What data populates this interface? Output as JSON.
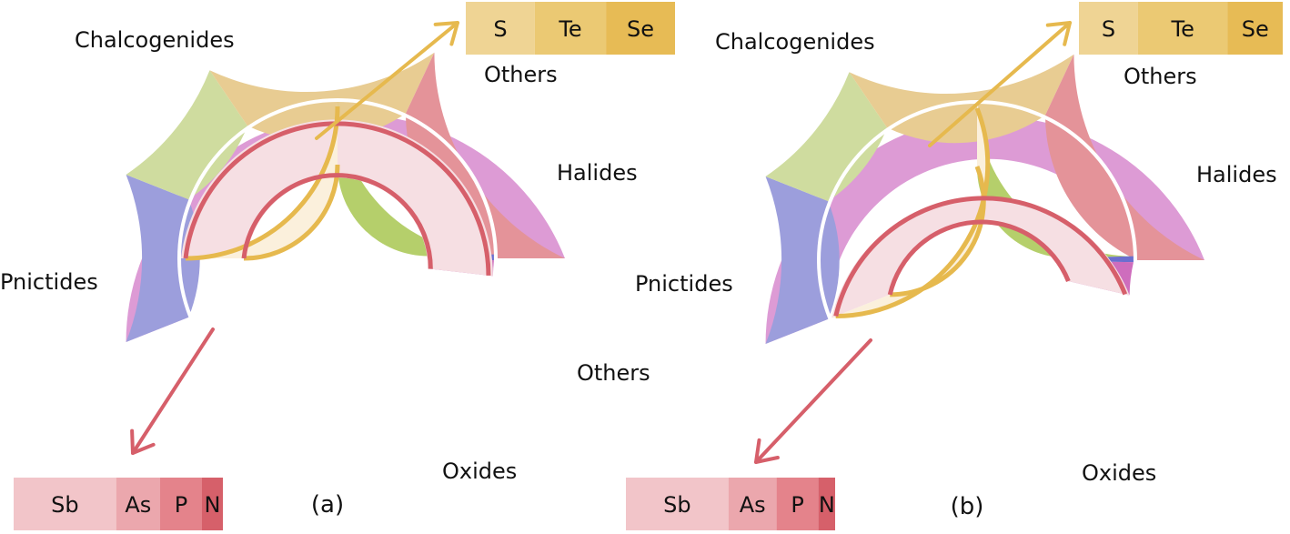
{
  "chart_data": [
    {
      "id": "a",
      "type": "pie",
      "caption": "(a)",
      "outer_ring": [
        {
          "label": "Oxides",
          "value": 44.0,
          "color": "#dd9bd5"
        },
        {
          "label": "Halides",
          "value": 12.0,
          "color": "#9c9edc"
        },
        {
          "label": "Others",
          "value": 9.5,
          "color": "#cfdc9f"
        },
        {
          "label": "Chalcogenides",
          "value": 16.5,
          "color": "#e8cc92"
        },
        {
          "label": "Pnictides",
          "value": 18.0,
          "color": "#e49399"
        }
      ],
      "inner_ring": [
        {
          "label": "",
          "value": 24.6,
          "color": "#b5cf6b"
        },
        {
          "label": "",
          "value": 0.6,
          "color": "#6b6ecf"
        },
        {
          "label": "",
          "value": 1.6,
          "color": "#ce6dbd"
        },
        {
          "label": "Pnictides",
          "value": 48.2,
          "color": "#f6dfe3"
        },
        {
          "label": "Chalcogenides",
          "value": 25.0,
          "color": "#fbf0dc"
        }
      ],
      "detail_bars": [
        {
          "group": "Chalcogenides",
          "items": [
            {
              "label": "S",
              "value": 0.33,
              "color": "#efd494"
            },
            {
              "label": "Te",
              "value": 0.34,
              "color": "#ebc973"
            },
            {
              "label": "Se",
              "value": 0.33,
              "color": "#e7bb55"
            }
          ]
        },
        {
          "group": "Pnictides",
          "items": [
            {
              "label": "Sb",
              "value": 0.49,
              "color": "#f2c5c9"
            },
            {
              "label": "As",
              "value": 0.21,
              "color": "#eba7ad"
            },
            {
              "label": "P",
              "value": 0.2,
              "color": "#e4838b"
            },
            {
              "label": "N",
              "value": 0.1,
              "color": "#d6606a"
            }
          ]
        }
      ],
      "annotations": [
        "Others"
      ]
    },
    {
      "id": "b",
      "type": "pie",
      "caption": "(b)",
      "outer_ring": [
        {
          "label": "Oxides",
          "value": 44.0,
          "color": "#dd9bd5"
        },
        {
          "label": "Halides",
          "value": 12.0,
          "color": "#9c9edc"
        },
        {
          "label": "Others",
          "value": 9.5,
          "color": "#cfdc9f"
        },
        {
          "label": "Chalcogenides",
          "value": 16.5,
          "color": "#e8cc92"
        },
        {
          "label": "Pnictides",
          "value": 18.0,
          "color": "#e49399"
        }
      ],
      "inner_ring": [
        {
          "label": "",
          "value": 24.6,
          "color": "#b5cf6b"
        },
        {
          "label": "",
          "value": 0.6,
          "color": "#6b6ecf"
        },
        {
          "label": "",
          "value": 3.4,
          "color": "#ce6dbd"
        },
        {
          "label": "Pnictides",
          "value": 40.4,
          "color": "#f6dfe3"
        },
        {
          "label": "Chalcogenides",
          "value": 31.0,
          "color": "#fbf0dc"
        }
      ],
      "detail_bars": [
        {
          "group": "Chalcogenides",
          "items": [
            {
              "label": "S",
              "value": 0.29,
              "color": "#efd494"
            },
            {
              "label": "Te",
              "value": 0.44,
              "color": "#ebc973"
            },
            {
              "label": "Se",
              "value": 0.27,
              "color": "#e7bb55"
            }
          ]
        },
        {
          "group": "Pnictides",
          "items": [
            {
              "label": "Sb",
              "value": 0.49,
              "color": "#f2c5c9"
            },
            {
              "label": "As",
              "value": 0.23,
              "color": "#eba7ad"
            },
            {
              "label": "P",
              "value": 0.2,
              "color": "#e4838b"
            },
            {
              "label": "N",
              "value": 0.08,
              "color": "#d6606a"
            }
          ]
        }
      ],
      "annotations": []
    }
  ],
  "colors": {
    "chalcogenide_accent": "#e6b94e",
    "pnictide_accent": "#d65f6a"
  }
}
